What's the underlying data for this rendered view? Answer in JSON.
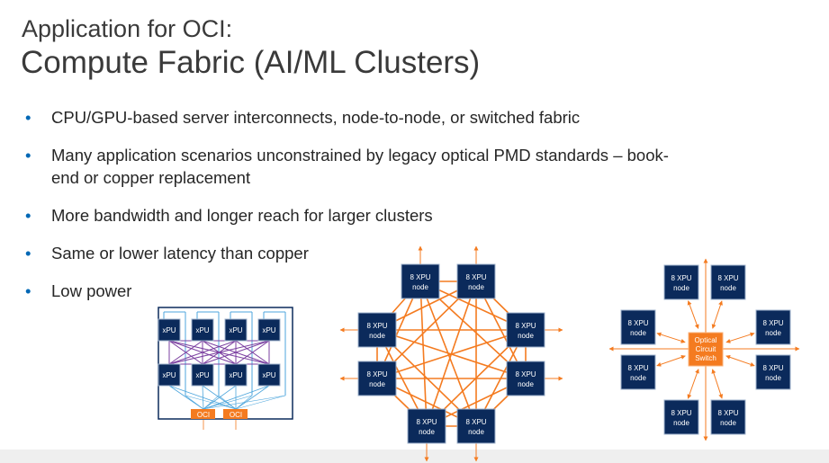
{
  "title": {
    "line1": "Application for OCI:",
    "line2": "Compute Fabric (AI/ML Clusters)"
  },
  "bullets": [
    "CPU/GPU-based server interconnects, node-to-node, or switched fabric",
    "Many application scenarios unconstrained by legacy optical PMD standards – book-end or copper replacement",
    "More bandwidth and longer reach for larger clusters",
    "Same or lower latency than copper",
    "Low power"
  ],
  "diagram_xpu": {
    "xpu_label": "xPU",
    "oci_label": "OCI"
  },
  "diagram_mesh": {
    "node_line1": "8 XPU",
    "node_line2": "node"
  },
  "diagram_switch": {
    "node_line1": "8 XPU",
    "node_line2": "node",
    "switch_lines": [
      "Optical",
      "Circuit",
      "Switch"
    ]
  },
  "colors": {
    "navy": "#0b2a5b",
    "orange": "#f47b20",
    "purple": "#7b3fa0",
    "blue": "#4ea6dc",
    "bullet": "#0068b5"
  }
}
